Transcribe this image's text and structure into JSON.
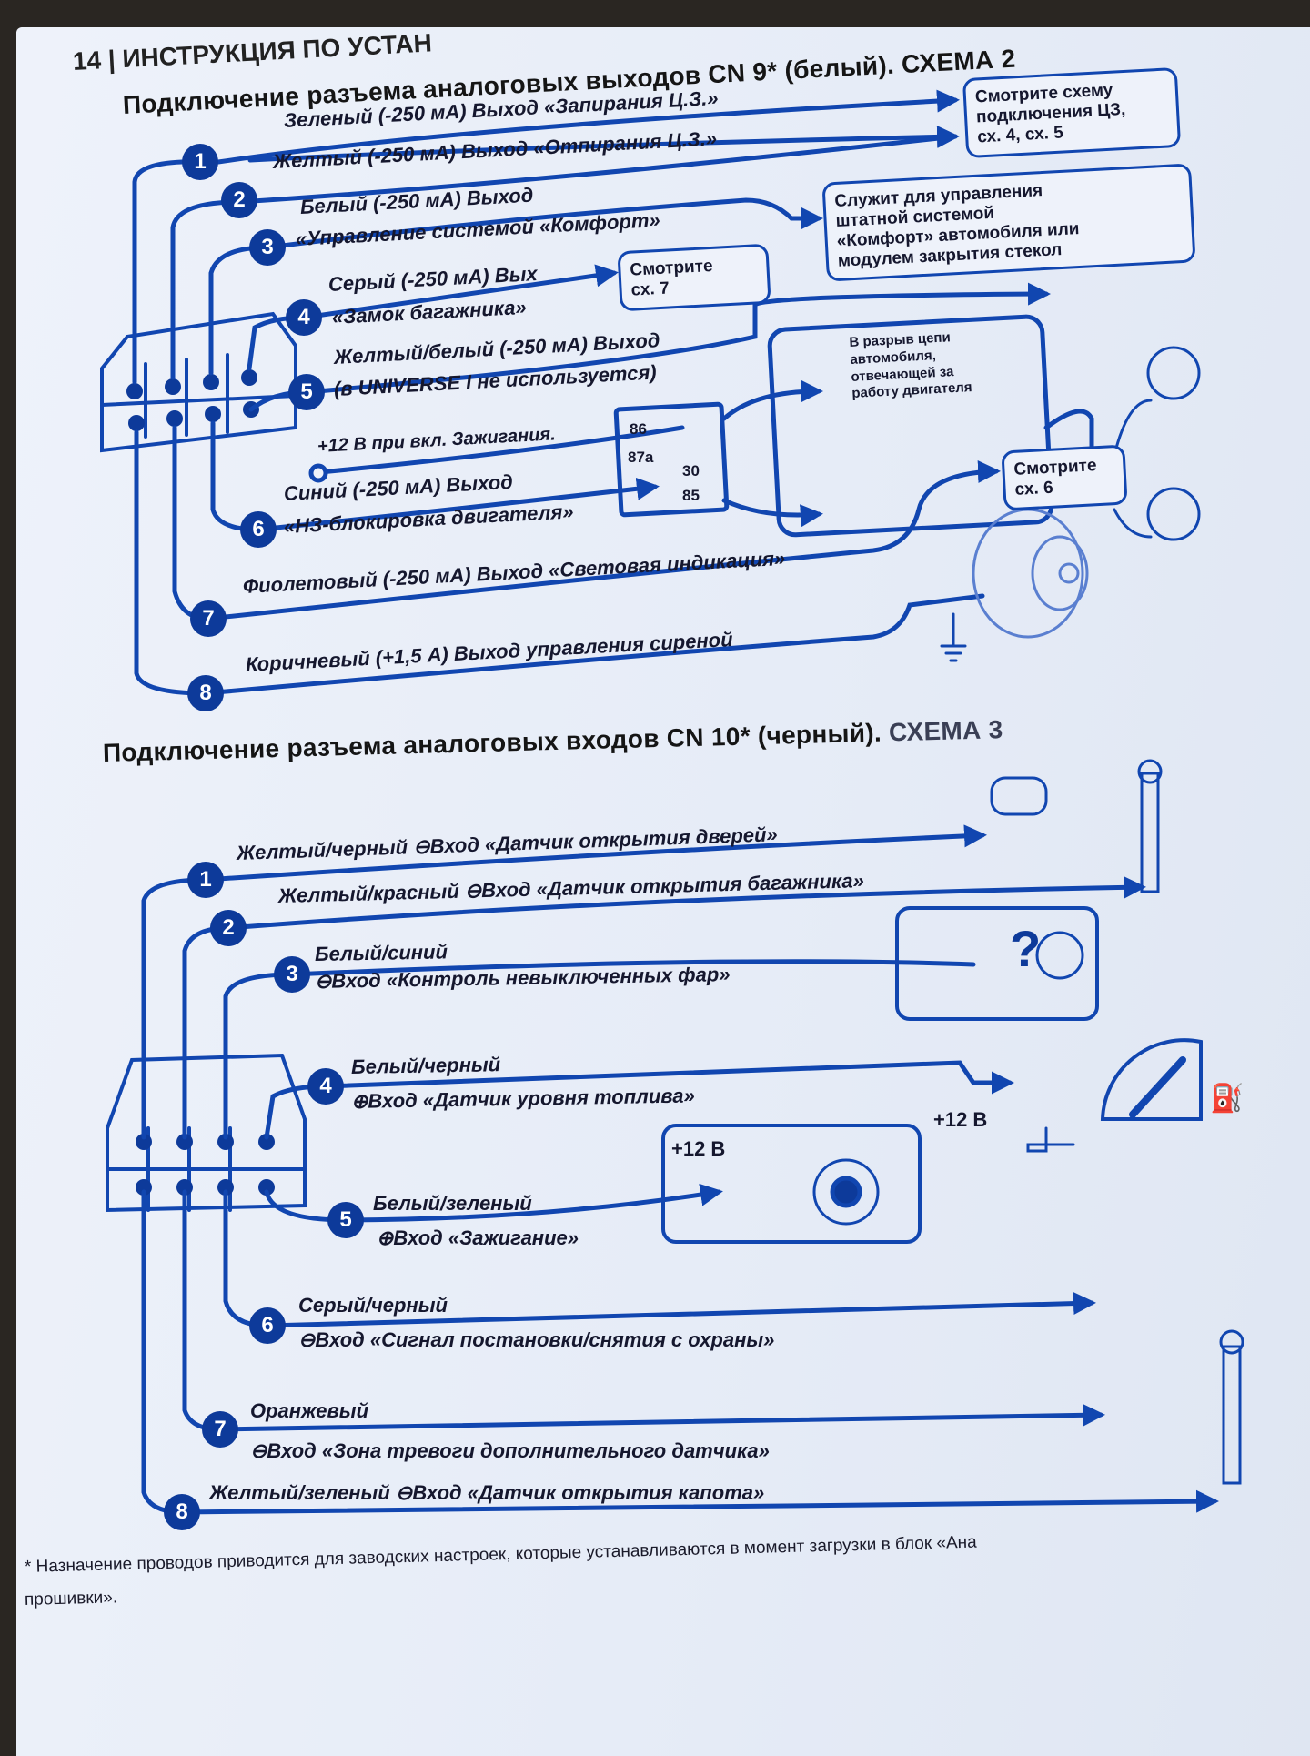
{
  "header": {
    "page_number": "14",
    "running_title": "ИНСТРУКЦИЯ ПО УСТАН"
  },
  "scheme2": {
    "title": "Подключение разъема аналоговых выходов CN 9* (белый).",
    "scheme_label": "СХЕМА 2",
    "wires": [
      {
        "num": "1",
        "line1": "Зеленый (-250 мА) Выход «Запирания Ц.З.»"
      },
      {
        "num": "2",
        "line1": "Желтый (-250 мА) Выход «Отпирания Ц.З.»"
      },
      {
        "num": "3",
        "line1": "Белый (-250 мА) Выход",
        "line2": "«Управление системой «Комфорт»"
      },
      {
        "num": "4",
        "line1": "Серый  (-250 мА) Вых",
        "line2": "«Замок багажника»"
      },
      {
        "num": "5",
        "line1": "Желтый/белый (-250 мА) Выход",
        "line2": "(в UNIVERSE I не используется)"
      },
      {
        "num": "6",
        "line1": "Синий (-250 мА) Выход",
        "line2": "«НЗ-блокировка двигателя»"
      },
      {
        "num": "7",
        "line1": "Фиолетовый (-250 мА) Выход «Световая индикация»"
      },
      {
        "num": "8",
        "line1": "Коричневый (+1,5 А) Выход управления сиреной"
      }
    ],
    "ignition_label": "+12 В при вкл. Зажигания.",
    "relay_pins": [
      "86",
      "87a",
      "30",
      "85"
    ],
    "notes": {
      "cz": [
        "Смотрите схему",
        "подключения ЦЗ,",
        "сх. 4, сх. 5"
      ],
      "comfort": [
        "Служит для управления",
        "штатной системой",
        "«Комфорт» автомобиля или",
        "модулем закрытия стекол"
      ],
      "sx7": [
        "Смотрите",
        "сх. 7"
      ],
      "engine": [
        "В разрыв цепи",
        "автомобиля,",
        "отвечающей за",
        "работу двигателя"
      ],
      "sx6": [
        "Смотрите",
        "сх. 6"
      ]
    }
  },
  "scheme3": {
    "title": "Подключение разъема аналоговых входов CN 10* (черный).",
    "scheme_label": "СХЕМА 3",
    "wires": [
      {
        "num": "1",
        "line1": "Желтый/черный ⊖Вход «Датчик открытия дверей»"
      },
      {
        "num": "2",
        "line1": "Желтый/красный ⊖Вход «Датчик открытия багажника»"
      },
      {
        "num": "3",
        "line1": "Белый/синий",
        "line2": "⊖Вход «Контроль невыключенных фар»"
      },
      {
        "num": "4",
        "line1": "Белый/черный",
        "line2": "⊕Вход «Датчик уровня топлива»"
      },
      {
        "num": "5",
        "line1": "Белый/зеленый",
        "line2": "⊕Вход «Зажигание»"
      },
      {
        "num": "6",
        "line1": "Серый/черный",
        "line2": "⊖Вход «Сигнал постановки/снятия с охраны»"
      },
      {
        "num": "7",
        "line1": "Оранжевый",
        "line2": "⊖Вход «Зона тревоги дополнительного датчика»"
      },
      {
        "num": "8",
        "line1": "Желтый/зеленый ⊖Вход «Датчик открытия капота»"
      }
    ],
    "fuel_plus": "+12 В",
    "ign_plus": "+12 В",
    "question_mark": "?"
  },
  "footnote": {
    "line1": "* Назначение проводов приводится для заводских настроек, которые устанавливаются в момент загрузки в блок «Ана",
    "line2": "прошивки»."
  },
  "colors": {
    "wire": "#1146b0",
    "badge": "#0d3a9a",
    "page": "#eef2fa"
  }
}
